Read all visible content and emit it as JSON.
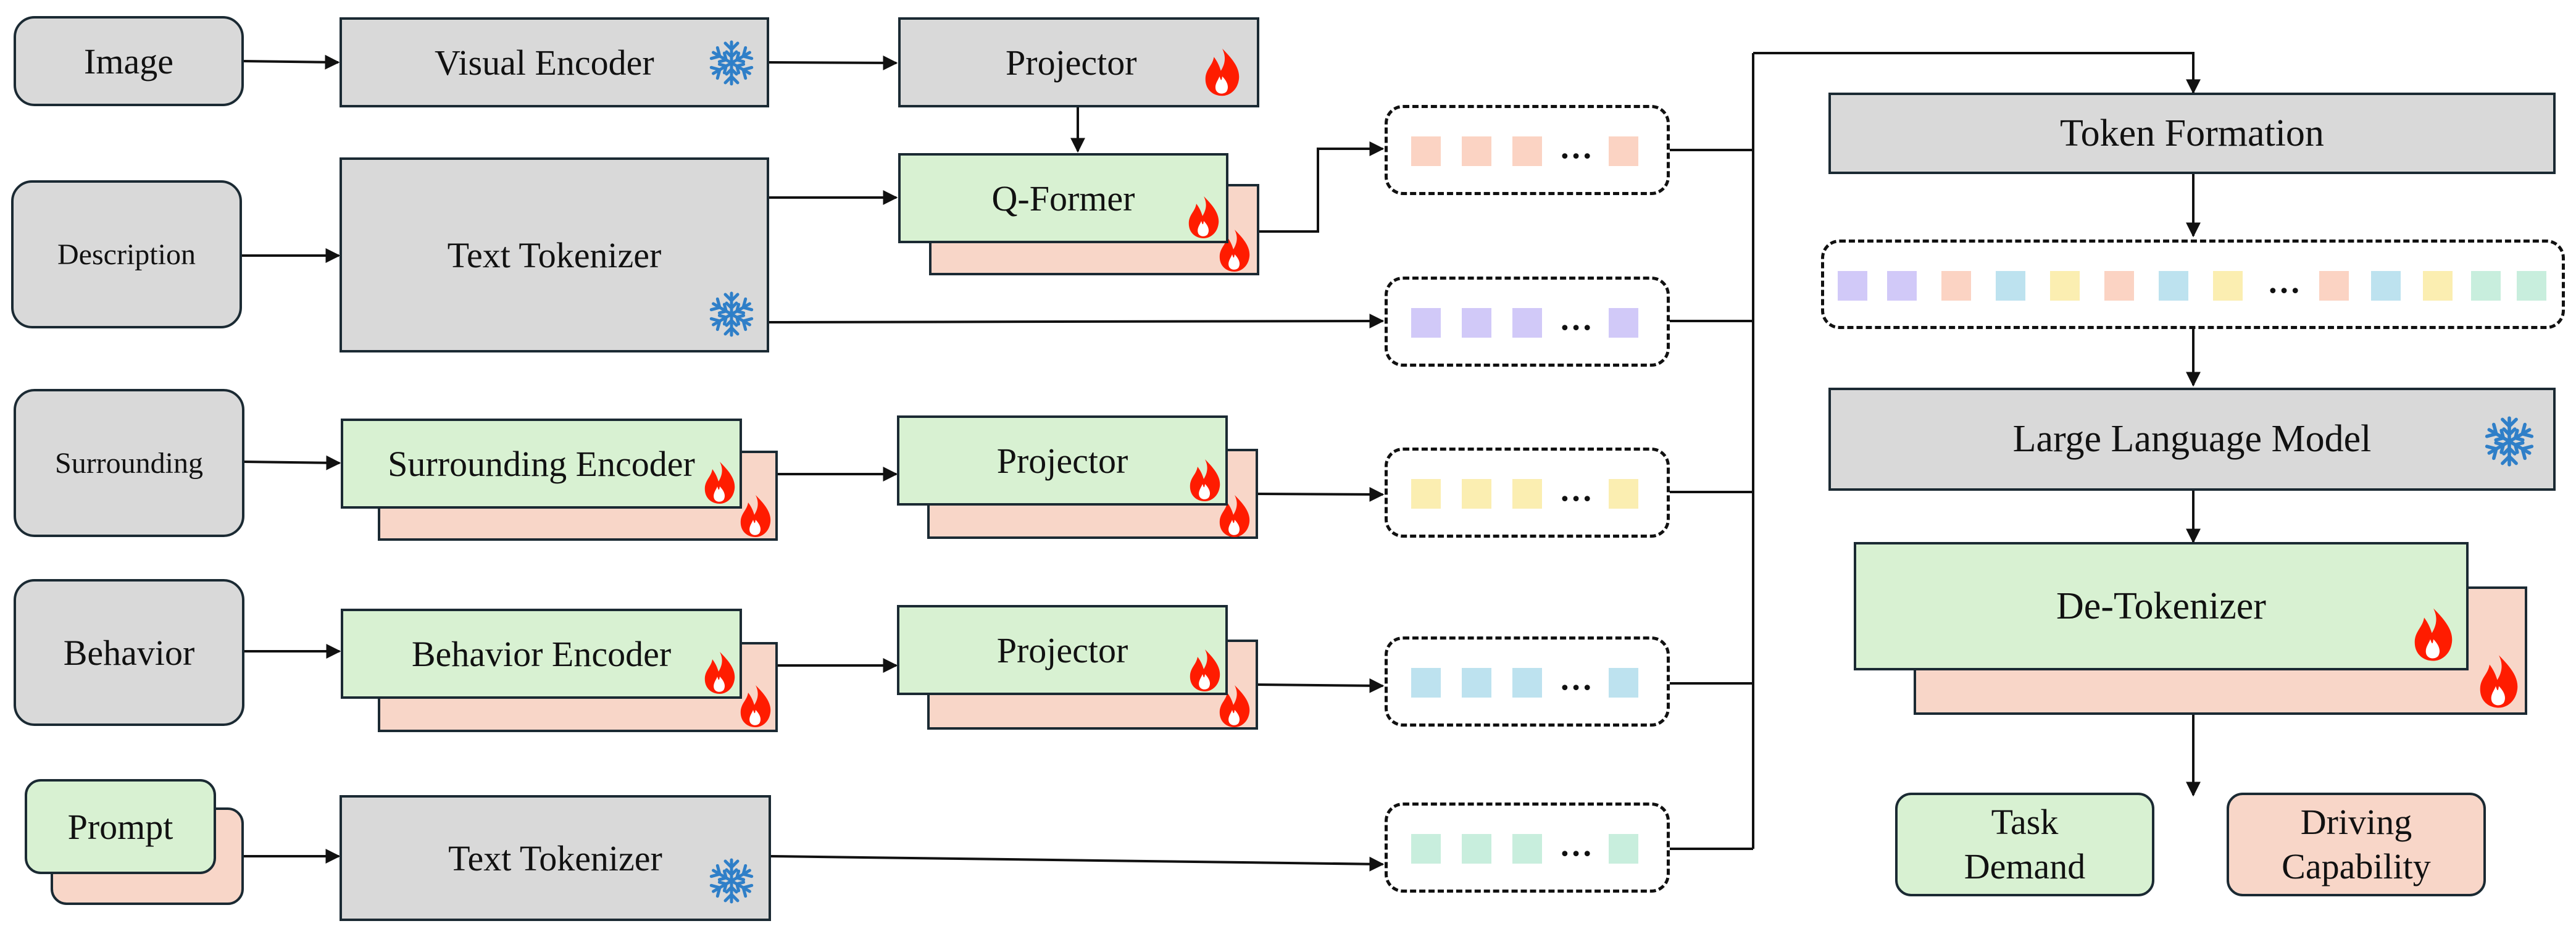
{
  "inputs": {
    "image": "Image",
    "description": "Description",
    "surrounding": "Surrounding",
    "behavior": "Behavior",
    "prompt": "Prompt"
  },
  "modules": {
    "visual_encoder": "Visual Encoder",
    "projector_top": "Projector",
    "q_former": "Q-Former",
    "text_tokenizer_desc": "Text Tokenizer",
    "surrounding_encoder": "Surrounding Encoder",
    "projector_surrounding": "Projector",
    "behavior_encoder": "Behavior Encoder",
    "projector_behavior": "Projector",
    "text_tokenizer_prompt": "Text Tokenizer"
  },
  "right": {
    "token_formation": "Token Formation",
    "llm": "Large Language Model",
    "de_tokenizer": "De-Tokenizer",
    "dots": "…"
  },
  "outputs": {
    "task_demand_l1": "Task",
    "task_demand_l2": "Demand",
    "driving_capability_l1": "Driving",
    "driving_capability_l2": "Capability"
  },
  "token_sequences": {
    "dots": "…"
  },
  "icons": {
    "frozen": "snowflake-icon",
    "trainable": "flame-icon"
  },
  "colors": {
    "gray_box": "#d9d9d9",
    "green_box": "#d8f1d2",
    "salmon_box": "#f8d6c8",
    "token_salmon": "#fbd3c3",
    "token_purple": "#d1c9f8",
    "token_yellow": "#fbeeb1",
    "token_blue": "#bde2ef",
    "token_mint": "#c8eedd",
    "snowflake": "#2f7fc8",
    "flame": "#ff1c00"
  }
}
